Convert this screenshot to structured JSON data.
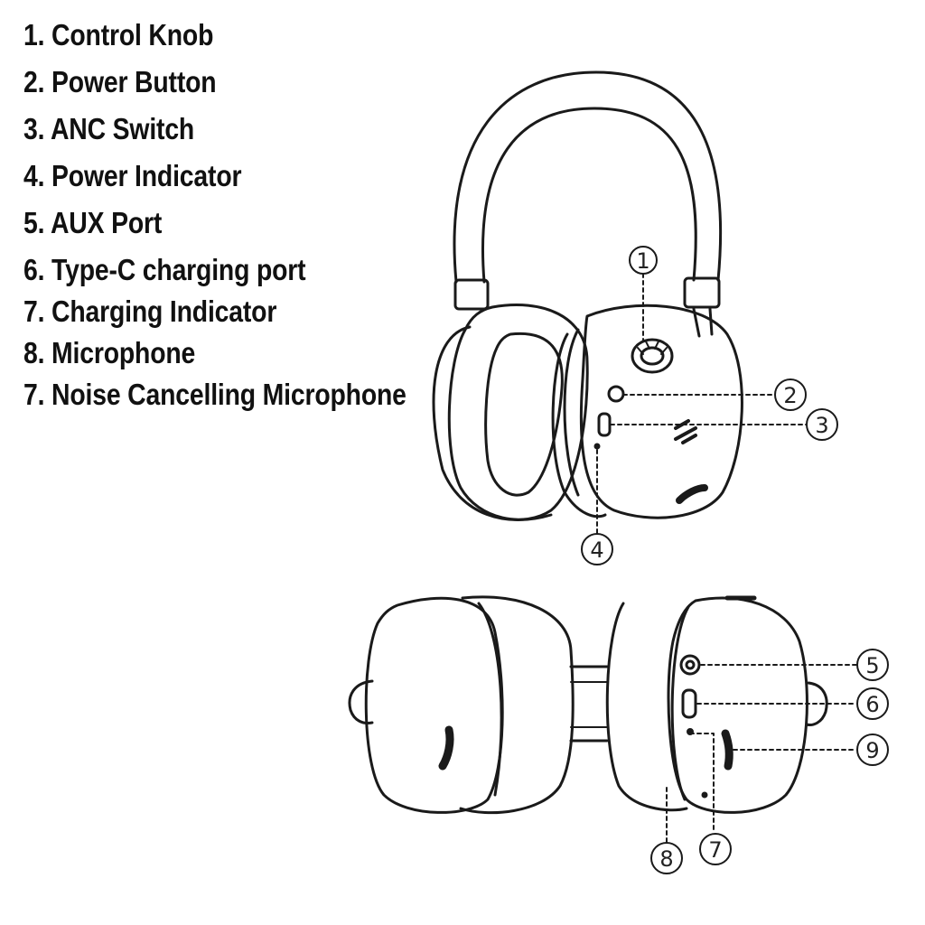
{
  "legend": {
    "items": [
      {
        "text": "1. Control Knob"
      },
      {
        "text": "2. Power Button"
      },
      {
        "text": "3. ANC Switch"
      },
      {
        "text": "4. Power Indicator"
      },
      {
        "text": "5. AUX Port"
      },
      {
        "text": "6. Type-C charging port"
      },
      {
        "text": "7. Charging Indicator"
      },
      {
        "text": "8. Microphone"
      },
      {
        "text": "7. Noise Cancelling Microphone"
      }
    ]
  },
  "callouts": {
    "c1": "1",
    "c2": "2",
    "c3": "3",
    "c4": "4",
    "c5": "5",
    "c6": "6",
    "c7": "7",
    "c8": "8",
    "c9": "9"
  },
  "colors": {
    "line": "#1a1a1a",
    "text": "#111111",
    "background": "#ffffff"
  }
}
